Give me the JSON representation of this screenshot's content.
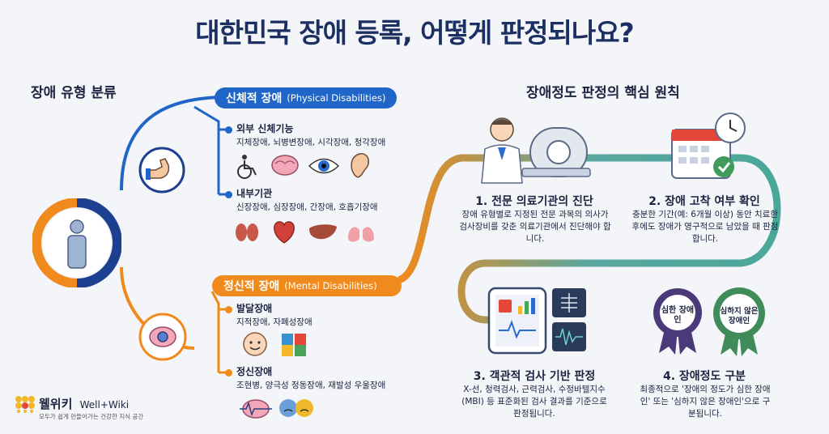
{
  "title": "대한민국 장애 등록, 어떻게 판정되나요?",
  "left": {
    "heading": "장애 유형 분류",
    "physical": {
      "label": "신체적 장애",
      "label_en": "(Physical Disabilities)",
      "groups": [
        {
          "head": "외부 신체기능",
          "items": "지체장애, 뇌병변장애, 시각장애, 청각장애"
        },
        {
          "head": "내부기관",
          "items": "신장장애, 심장장애, 간장애, 호흡기장애"
        }
      ]
    },
    "mental": {
      "label": "정신적 장애",
      "label_en": "(Mental Disabilities)",
      "groups": [
        {
          "head": "발달장애",
          "items": "지적장애, 자폐성장애"
        },
        {
          "head": "정신장애",
          "items": "조현병, 양극성 정동장애, 재발성 우울장애"
        }
      ]
    }
  },
  "right": {
    "heading": "장애정도 판정의 핵심 원칙",
    "steps": [
      {
        "title": "1. 전문 의료기관의 진단",
        "desc": "장애 유형별로 지정된 전문 과목의 의사가 검사장비를 갖춘 의료기관에서 진단해야 합니다."
      },
      {
        "title": "2. 장애 고착 여부 확인",
        "desc": "충분한 기간(예: 6개월 이상) 동안 치료한 후에도 장애가 영구적으로 남았을 때 판정합니다."
      },
      {
        "title": "3. 객관적 검사 기반 판정",
        "desc": "X-선, 청력검사, 근력검사, 수정바텔지수(MBI) 등 표준화된 검사 결과를 기준으로 판정됩니다."
      },
      {
        "title": "4. 장애정도 구분",
        "desc": "최종적으로 '장애의 정도가 심한 장애인' 또는 '심하지 않은 장애인'으로 구분됩니다."
      }
    ],
    "badges": {
      "severe": "심한 장애인",
      "mild": "심하지 않은 장애인"
    }
  },
  "logo": {
    "name": "웰위키",
    "name_en": "Well+Wiki",
    "tagline": "모두가 쉽게 만들어가는 건강한 지식 공간"
  },
  "colors": {
    "blue": "#1f66c8",
    "navy": "#1c3f8f",
    "orange": "#f08a1c",
    "teal": "#4aa79a",
    "purple": "#4a3a7a",
    "green": "#3f8c5a"
  }
}
